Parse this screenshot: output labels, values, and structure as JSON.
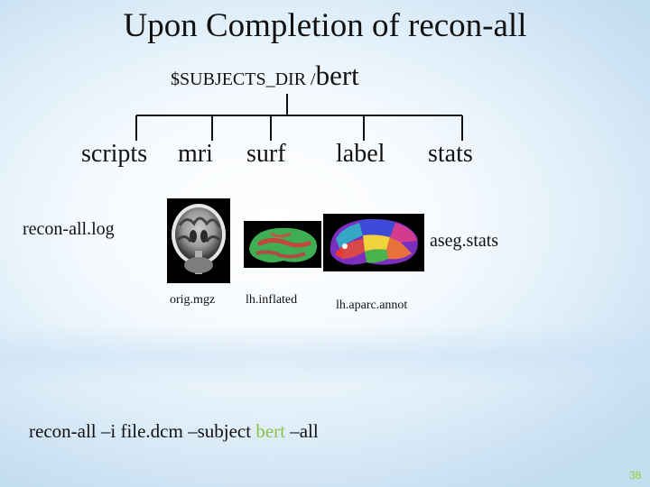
{
  "slide": {
    "title": "Upon Completion of recon-all",
    "root": {
      "dir": "$SUBJECTS_DIR /",
      "name": "bert"
    },
    "folders": [
      "scripts",
      "mri",
      "surf",
      "label",
      "stats"
    ],
    "files": {
      "recon_log": "recon-all.log",
      "orig": "orig.mgz",
      "inflated": "lh.inflated",
      "aparc": "lh.aparc.annot",
      "aseg": "aseg.stats"
    },
    "command": {
      "before": "recon-all –i file.dcm –subject ",
      "highlight": "bert",
      "after": " –all"
    },
    "page_number": "38",
    "colors": {
      "highlight": "#8bc34a",
      "page_number": "#9acd32"
    }
  }
}
